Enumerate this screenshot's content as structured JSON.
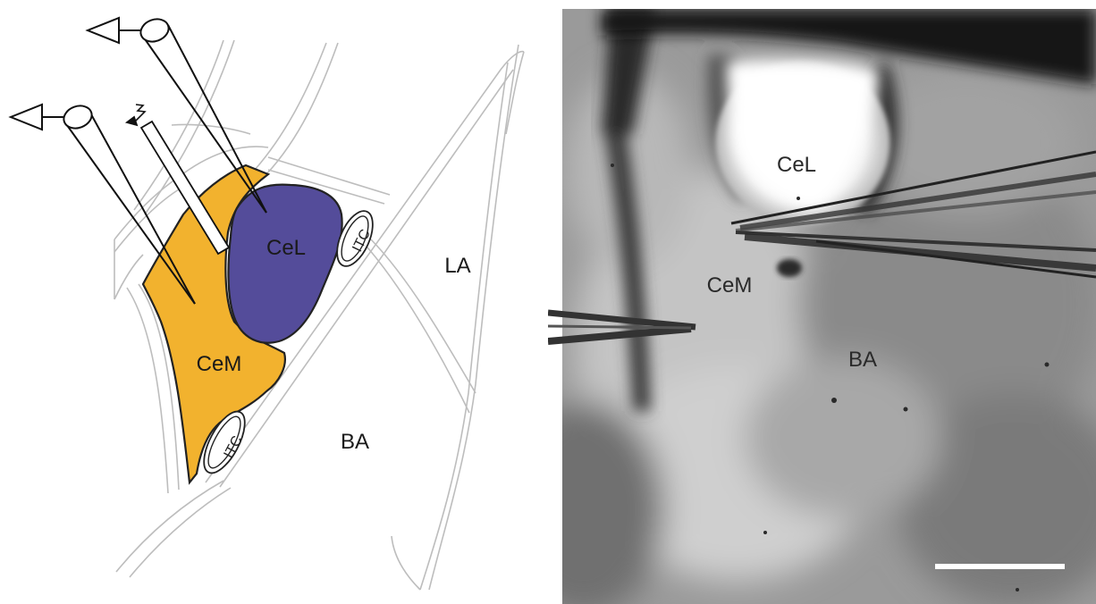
{
  "schematic": {
    "labels": {
      "cel": "CeL",
      "cem": "CeM",
      "itc_upper": "ITC",
      "itc_lower": "ITC",
      "la": "LA",
      "ba": "BA"
    },
    "colors": {
      "cel_fill": "#544c9a",
      "cem_fill": "#f2b22e",
      "outline": "#222222",
      "tract": "#bdbdbd"
    }
  },
  "micrograph": {
    "labels": {
      "cel": "CeL",
      "cem": "CeM",
      "ba": "BA"
    },
    "scale_bar_color": "#ffffff"
  }
}
